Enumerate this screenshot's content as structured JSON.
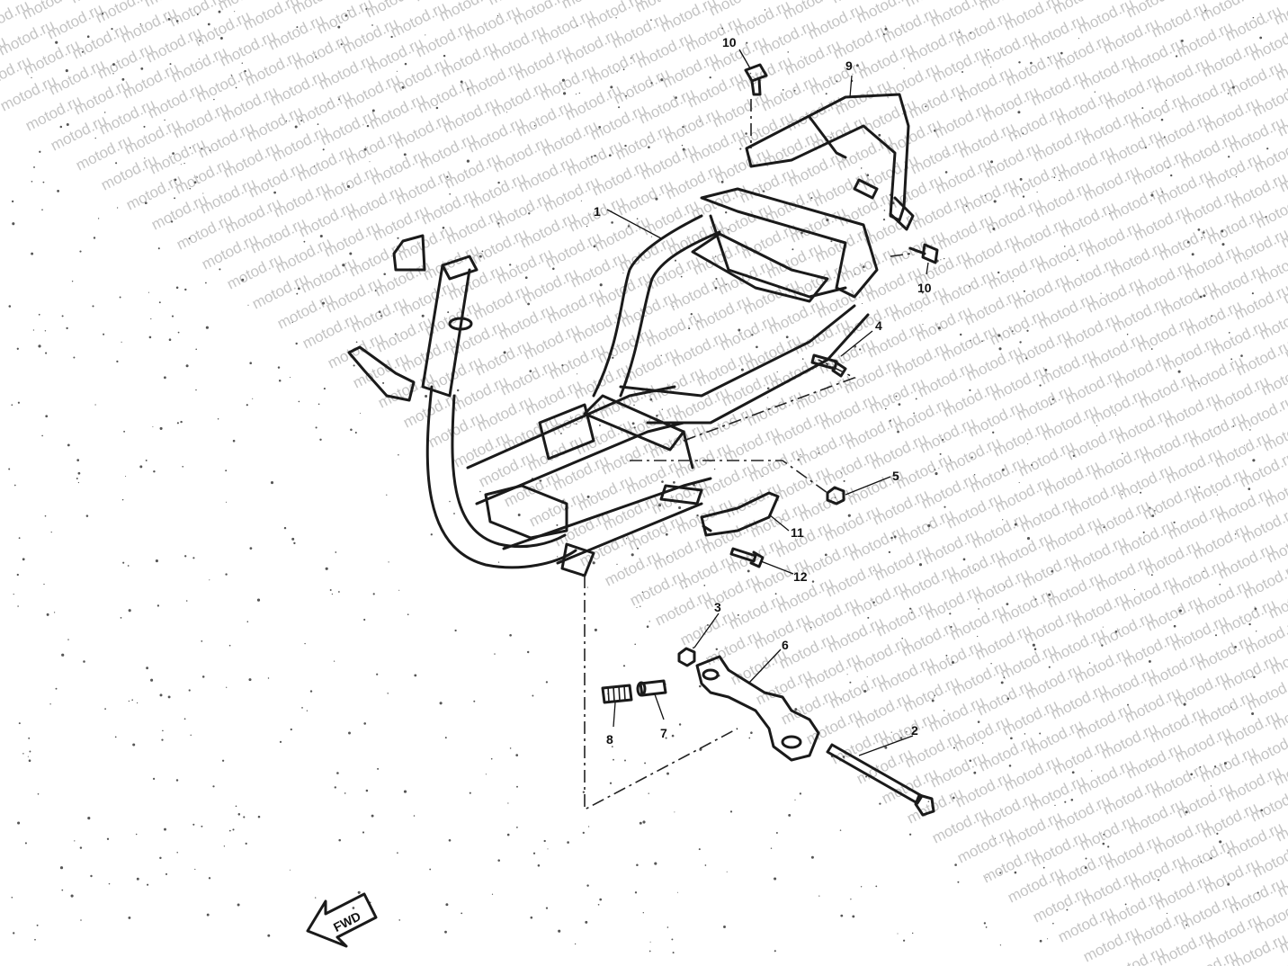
{
  "watermark": "motod.ru",
  "callouts": [
    "1",
    "2",
    "3",
    "4",
    "5",
    "6",
    "7",
    "8",
    "9",
    "10",
    "10",
    "11",
    "12"
  ],
  "fwd_arrow_label": "FWD"
}
